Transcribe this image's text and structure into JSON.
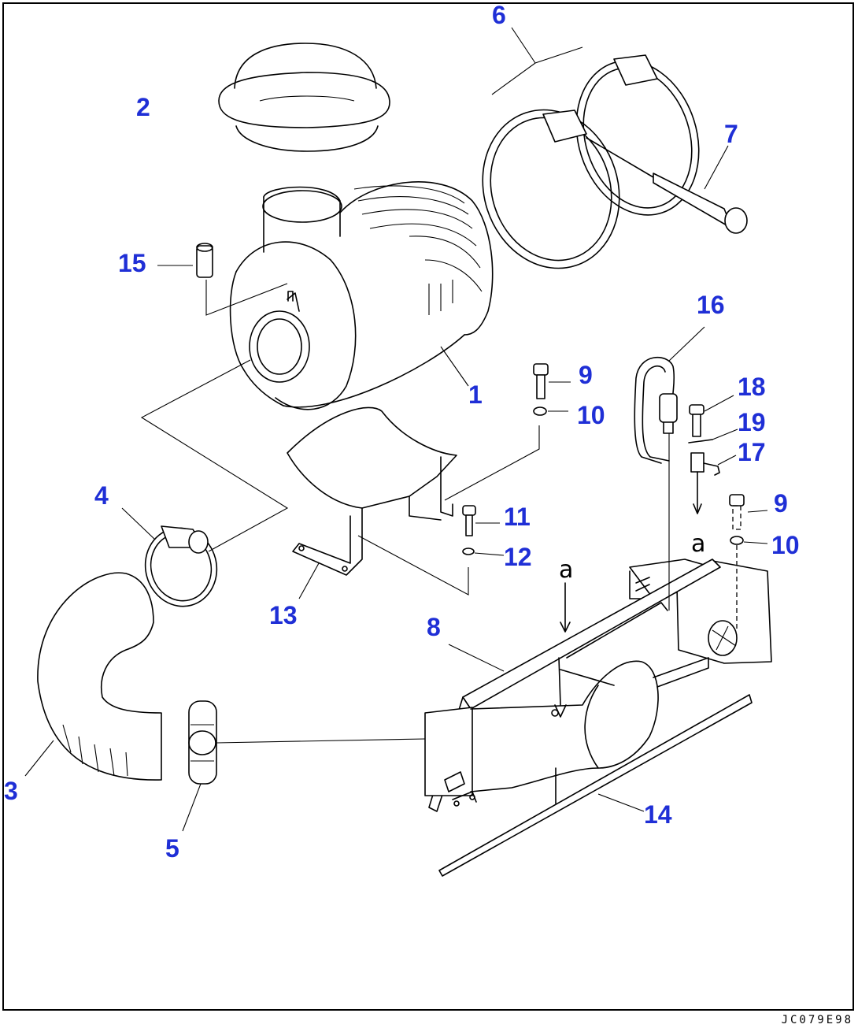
{
  "figure": {
    "drawing_code": "JC079E98",
    "part_labels": {
      "l1": "1",
      "l2": "2",
      "l3": "3",
      "l4": "4",
      "l5": "5",
      "l6": "6",
      "l7": "7",
      "l8": "8",
      "l9a": "9",
      "l9b": "9",
      "l10a": "10",
      "l10b": "10",
      "l11": "11",
      "l12": "12",
      "l13": "13",
      "l14": "14",
      "l15": "15",
      "l16": "16",
      "l17": "17",
      "l18": "18",
      "l19": "19"
    },
    "ref_letters": {
      "a1": "a",
      "a2": "a"
    },
    "label_color": "#1f2fd6"
  }
}
